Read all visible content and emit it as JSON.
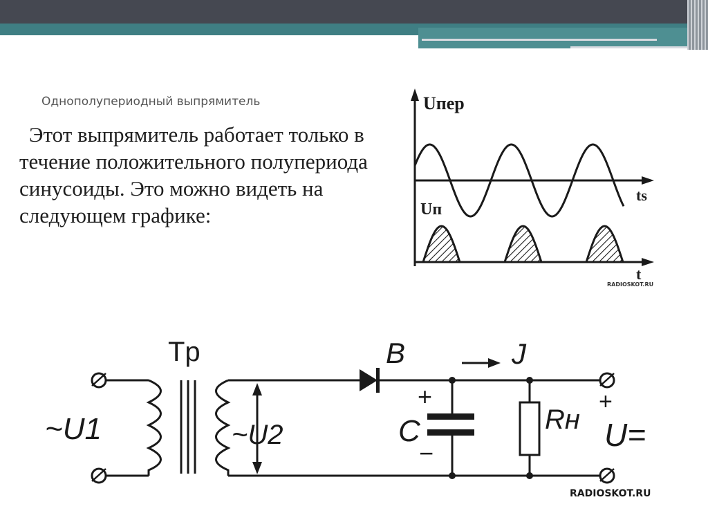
{
  "slide": {
    "subtitle": "Однополупериодный выпрямитель",
    "body": "Этот выпрямитель работает только в течение положительного полупериода синусоиды. Это можно видеть на следующем графике:"
  },
  "graph": {
    "top_axis_label": "Uпер",
    "bottom_axis_label": "Uп",
    "time_label_top": "ts",
    "time_label_bottom": "t",
    "watermark": "RADIOSKOT.RU"
  },
  "circuit": {
    "transformer_label": "Tp",
    "input_voltage": "~U1",
    "secondary_voltage": "~U2",
    "diode_label": "B",
    "current_label": "J",
    "capacitor_label": "C",
    "cap_plus": "+",
    "cap_minus": "−",
    "load_label": "Rн",
    "output_plus": "+",
    "output_voltage": "U=",
    "watermark": "RADIOSKOT.RU"
  },
  "colors": {
    "header_dark": "#454851",
    "header_teal": "#3f7e83",
    "ink": "#1a1a1a"
  }
}
